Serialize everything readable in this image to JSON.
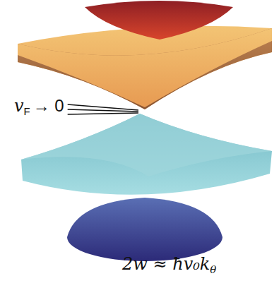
{
  "diagram": {
    "labels": [
      "v",
      "F",
      "→ 0",
      "2w ≈ ħv₀k",
      "θ"
    ]
  }
}
